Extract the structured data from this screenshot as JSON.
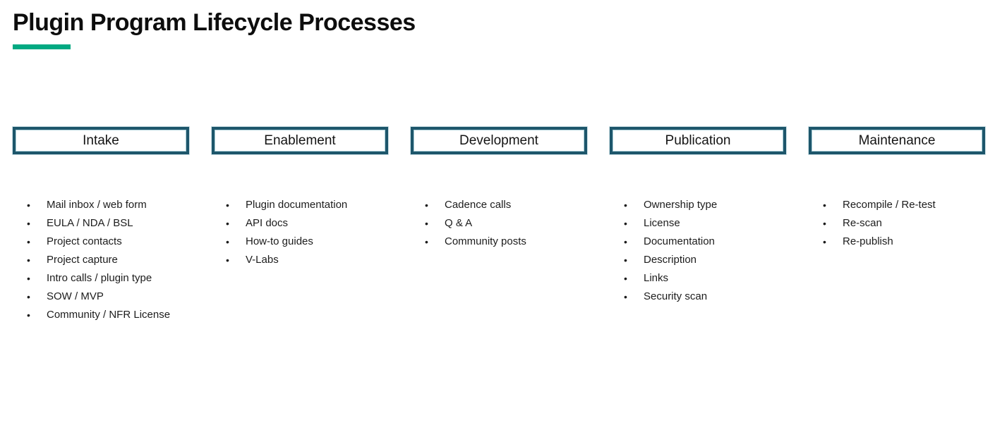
{
  "page": {
    "title": "Plugin Program Lifecycle Processes"
  },
  "colors": {
    "accent_green": "#01A982",
    "stage_border_teal": "#1D566B",
    "text": "#1C1C1C"
  },
  "icons": {
    "bullet": "•"
  },
  "columns": [
    {
      "header": "Intake",
      "items": [
        "Mail inbox / web form",
        "EULA / NDA / BSL",
        "Project contacts",
        "Project capture",
        "Intro calls / plugin type",
        "SOW / MVP",
        "Community / NFR License"
      ]
    },
    {
      "header": "Enablement",
      "items": [
        "Plugin documentation",
        "API docs",
        "How-to guides",
        "V-Labs"
      ]
    },
    {
      "header": "Development",
      "items": [
        "Cadence calls",
        "Q & A",
        "Community posts"
      ]
    },
    {
      "header": "Publication",
      "items": [
        "Ownership type",
        "License",
        "Documentation",
        "Description",
        "Links",
        "Security scan"
      ]
    },
    {
      "header": "Maintenance",
      "items": [
        "Recompile / Re-test",
        "Re-scan",
        "Re-publish"
      ]
    }
  ]
}
